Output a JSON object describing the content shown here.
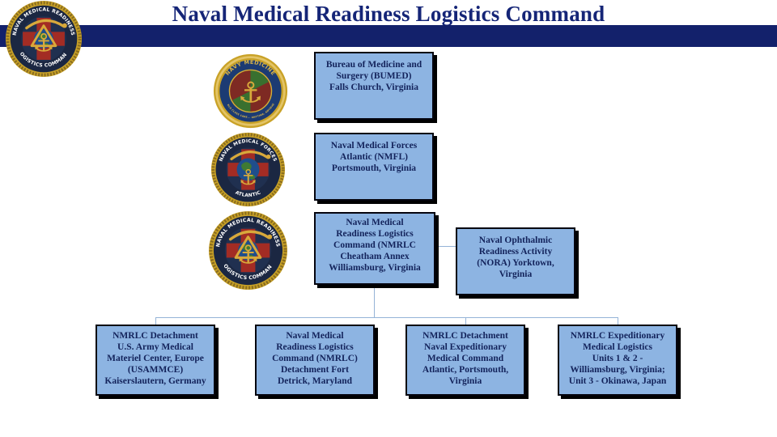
{
  "title": "Naval Medical Readiness Logistics Command",
  "colors": {
    "navy_bar": "#13216B",
    "title_text": "#152577",
    "box_fill": "#8DB4E2",
    "box_border": "#05050F",
    "box_text": "#13235B",
    "connector": "#95B3D7",
    "seal_gold": "#C9A227"
  },
  "seals": [
    {
      "label": "Naval Medical Readiness Logistics Command seal",
      "top_text": "NAVAL MEDICAL READINESS",
      "bottom_text": "LOGISTICS COMMAND"
    },
    {
      "label": "Navy Medicine seal",
      "top_text": "NAVY MEDICINE",
      "bottom_text": "WORLD CLASS CARE... ANYTIME, ANYWHERE"
    },
    {
      "label": "Naval Medical Forces Atlantic seal",
      "top_text": "NAVAL MEDICAL FORCES",
      "bottom_text": "ATLANTIC"
    },
    {
      "label": "Naval Medical Readiness Logistics Command seal",
      "top_text": "NAVAL MEDICAL READINESS",
      "bottom_text": "LOGISTICS COMMAND"
    }
  ],
  "boxes": {
    "bumed": {
      "text": "Bureau of Medicine and\nSurgery (BUMED)\nFalls Church, Virginia"
    },
    "nmfl": {
      "text": "Naval Medical Forces\nAtlantic (NMFL)\nPortsmouth, Virginia"
    },
    "nmrlc": {
      "text": "Naval Medical\nReadiness Logistics\nCommand (NMRLC\nCheatham Annex\nWilliamsburg, Virginia"
    },
    "nora": {
      "text": "Naval Ophthalmic\nReadiness Activity\n(NORA) Yorktown,\nVirginia"
    },
    "det_usammce": {
      "text": "NMRLC Detachment\nU.S. Army Medical\nMateriel Center, Europe\n(USAMMCE)\nKaiserslautern, Germany"
    },
    "det_fort_detrick": {
      "text": "Naval Medical\nReadiness Logistics\nCommand (NMRLC)\nDetachment Fort\nDetrick, Maryland"
    },
    "det_nemca": {
      "text": "NMRLC Detachment\nNaval Expeditionary\nMedical Command\nAtlantic, Portsmouth,\nVirginia"
    },
    "eml_units": {
      "text": "NMRLC Expeditionary\nMedical Logistics\nUnits 1 & 2 -\nWilliamsburg, Virginia;\nUnit 3 - Okinawa, Japan"
    }
  }
}
